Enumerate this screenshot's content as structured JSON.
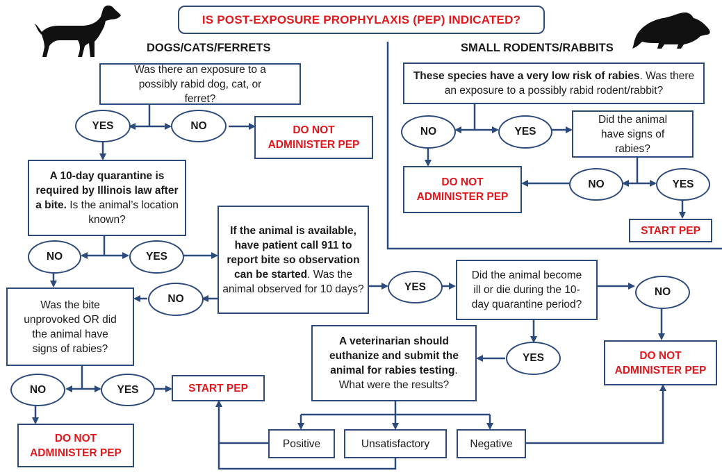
{
  "title": "IS POST-EXPOSURE PROPHYLAXIS (PEP) INDICATED?",
  "left_header": "DOGS/CATS/FERRETS",
  "right_header": "SMALL RODENTS/RABBITS",
  "labels": {
    "yes": "YES",
    "no": "NO"
  },
  "dogs": {
    "q_exposure": "Was there an exposure to a possibly rabid dog, cat, or ferret?",
    "do_not_1": "DO NOT ADMINISTER PEP",
    "q_quarantine_bold": "A 10-day quarantine is required by Illinois law after a bite.",
    "q_quarantine_rest": " Is the animal’s location known?",
    "q_available_bold": "If the animal is available, have patient call 911 to report bite so observation can be started",
    "q_available_rest": ". Was the animal observed for 10 days?",
    "q_unprovoked": "Was the bite unprovoked OR did the animal have signs of rabies?",
    "start_pep": "START PEP",
    "do_not_2": "DO NOT ADMINISTER PEP",
    "q_ill": "Did the animal become ill or die during the 10-day quarantine period?",
    "do_not_3": "DO NOT ADMINISTER PEP",
    "q_vet_bold": "A veterinarian should euthanize and submit the animal for rabies testing",
    "q_vet_rest": ". What were the results?",
    "result_positive": "Positive",
    "result_unsatisfactory": "Unsatisfactory",
    "result_negative": "Negative"
  },
  "rodents": {
    "q_exposure_bold": "These species have a very low risk of rabies",
    "q_exposure_rest": ". Was there an exposure to a possibly rabid rodent/rabbit?",
    "q_signs": "Did the animal have signs of rabies?",
    "do_not": "DO NOT ADMINISTER PEP",
    "start_pep": "START PEP"
  },
  "colors": {
    "accent": "#e0181d",
    "line": "#2c4a7c"
  },
  "icons": [
    "dog-silhouette-icon",
    "rat-silhouette-icon"
  ]
}
